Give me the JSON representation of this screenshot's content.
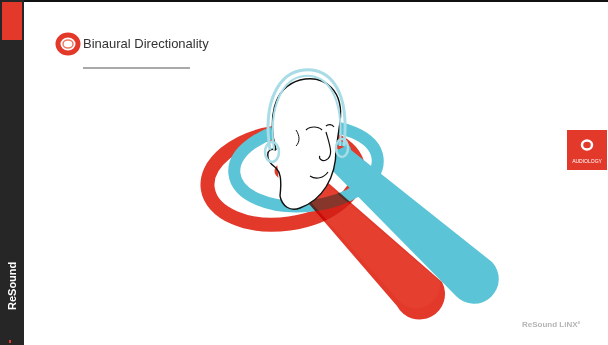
{
  "diagram": {
    "title": "Binaural Directionality",
    "nodes": [
      {
        "text": [
          "AUDIOLOGY"
        ]
      }
    ],
    "labels": [
      "ReSound",
      "ReSound LiNX²"
    ]
  }
}
